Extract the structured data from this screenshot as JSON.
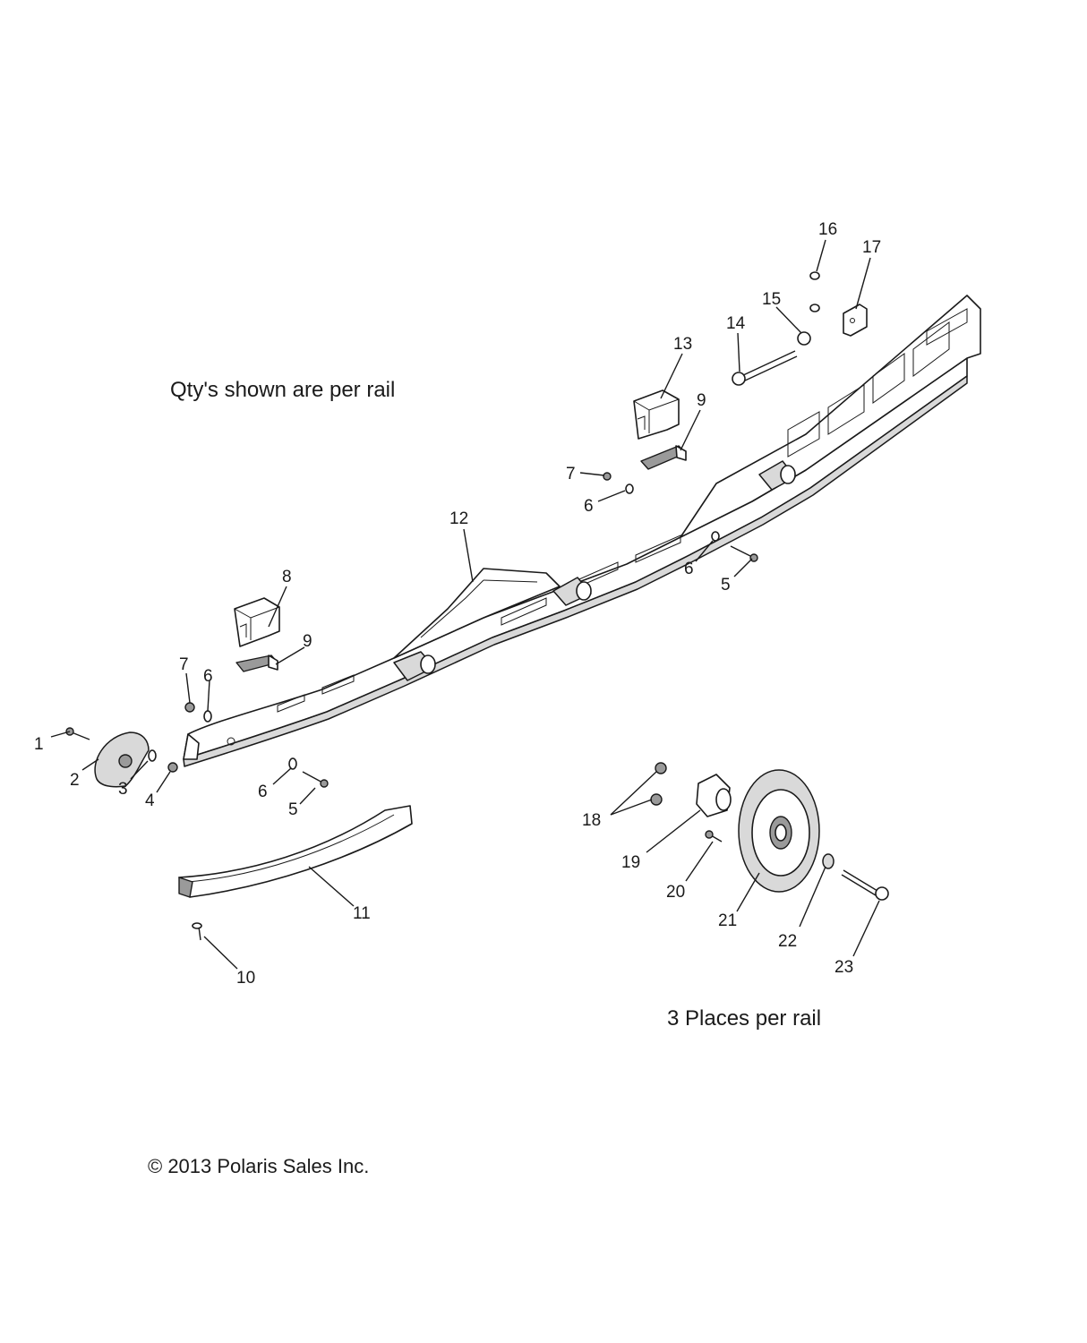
{
  "notes": {
    "qty_note": "Qty's shown are per rail",
    "places_note": "3 Places per rail",
    "copyright": "© 2013 Polaris Sales Inc."
  },
  "callouts": [
    {
      "id": "c1",
      "label": "1"
    },
    {
      "id": "c2",
      "label": "2"
    },
    {
      "id": "c3",
      "label": "3"
    },
    {
      "id": "c4",
      "label": "4"
    },
    {
      "id": "c5a",
      "label": "5"
    },
    {
      "id": "c5b",
      "label": "5"
    },
    {
      "id": "c6a",
      "label": "6"
    },
    {
      "id": "c6b",
      "label": "6"
    },
    {
      "id": "c6c",
      "label": "6"
    },
    {
      "id": "c6d",
      "label": "6"
    },
    {
      "id": "c7a",
      "label": "7"
    },
    {
      "id": "c7b",
      "label": "7"
    },
    {
      "id": "c8",
      "label": "8"
    },
    {
      "id": "c9a",
      "label": "9"
    },
    {
      "id": "c9b",
      "label": "9"
    },
    {
      "id": "c10",
      "label": "10"
    },
    {
      "id": "c11",
      "label": "11"
    },
    {
      "id": "c12",
      "label": "12"
    },
    {
      "id": "c13",
      "label": "13"
    },
    {
      "id": "c14",
      "label": "14"
    },
    {
      "id": "c15",
      "label": "15"
    },
    {
      "id": "c16",
      "label": "16"
    },
    {
      "id": "c17",
      "label": "17"
    },
    {
      "id": "c18",
      "label": "18"
    },
    {
      "id": "c19",
      "label": "19"
    },
    {
      "id": "c20",
      "label": "20"
    },
    {
      "id": "c21",
      "label": "21"
    },
    {
      "id": "c22",
      "label": "22"
    },
    {
      "id": "c23",
      "label": "23"
    }
  ]
}
